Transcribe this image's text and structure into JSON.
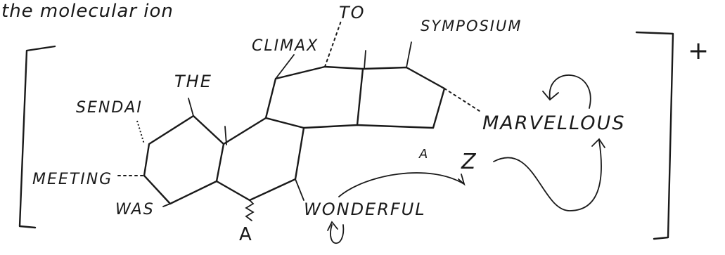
{
  "caption": "the molecular ion",
  "labels": {
    "sendai": "SENDAI",
    "the": "THE",
    "climax": "CLIMAX",
    "to": "TO",
    "symposium": "SYMPOSIUM",
    "marvellous": "MARVELLOUS",
    "meeting": "MEETING",
    "was": "WAS",
    "a_bottom": "A",
    "wonderful": "WONDERFUL",
    "a_ring": "A",
    "z": "Z"
  },
  "charge": "+"
}
